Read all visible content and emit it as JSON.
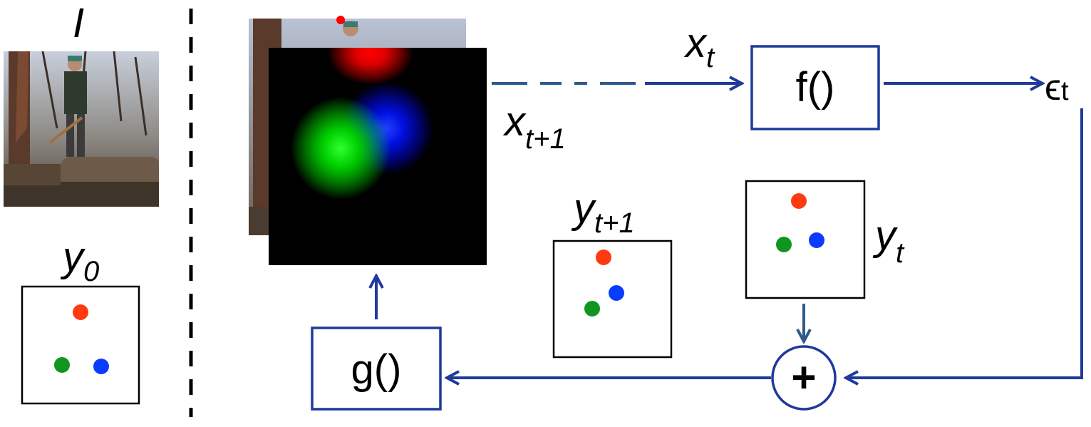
{
  "labels": {
    "image": "I",
    "y0_base": "y",
    "y0_sub": "0",
    "xt_base": "x",
    "xt_sub": "t",
    "xt1_base": "x",
    "xt1_sub": "t+1",
    "yt1_base": "y",
    "yt1_sub": "t+1",
    "yt_base": "y",
    "yt_sub": "t",
    "eps_base": "ϵ",
    "eps_sub": "t"
  },
  "functions": {
    "f": "f()",
    "g": "g()",
    "plus": "+"
  },
  "colors": {
    "arrow": "#1f3a9a",
    "arrow_light": "#2e5a8c",
    "keypoint_red": "#ff3a10",
    "keypoint_green": "#10961e",
    "keypoint_blue": "#0a3cff",
    "heatmap_red": "#ff0000",
    "heatmap_green": "#00ff00",
    "heatmap_blue": "#0000ff"
  },
  "icons": {
    "photo": "input-photo",
    "heatmap": "keypoint-heatmap"
  }
}
